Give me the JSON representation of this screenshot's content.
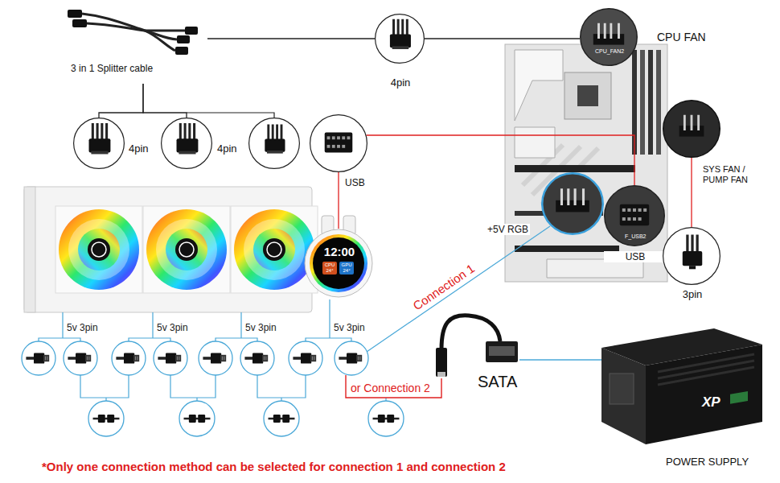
{
  "diagram": {
    "nodes": [
      {
        "text": [
          "3 in 1 Splitter cable"
        ]
      },
      {
        "text": [
          "4pin"
        ]
      },
      {
        "text": [
          "CPU FAN"
        ]
      },
      {
        "text": [
          "4pin"
        ]
      },
      {
        "text": [
          "4pin"
        ]
      },
      {
        "text": [
          "USB"
        ]
      },
      {
        "text": [
          "SYS FAN / PUMP FAN"
        ]
      },
      {
        "text": [
          "+5V RGB"
        ]
      },
      {
        "text": [
          "USB"
        ]
      },
      {
        "text": [
          "3pin"
        ]
      },
      {
        "text": [
          "12:00",
          "CPU 24°",
          "GPU 24°"
        ]
      },
      {
        "text": [
          "SATA"
        ]
      },
      {
        "text": [
          "POWER SUPPLY"
        ]
      }
    ],
    "edges": [
      {
        "from": 0,
        "to": 1,
        "arrow": "none"
      },
      {
        "from": 1,
        "to": 2,
        "arrow": "none"
      },
      {
        "from": 0,
        "to": 3,
        "arrow": "none"
      },
      {
        "from": 0,
        "to": 4,
        "arrow": "none"
      },
      {
        "from": 5,
        "to": 8,
        "arrow": "none"
      },
      {
        "from": 6,
        "to": 9,
        "arrow": "none"
      },
      {
        "from": 10,
        "to": 5,
        "arrow": "none"
      },
      {
        "from": 11,
        "to": 12,
        "arrow": "none"
      }
    ],
    "labels": [
      "5v 3pin",
      "5v 3pin",
      "5v 3pin",
      "5v 3pin",
      "Connection 1",
      "or Connection 2",
      "*Only one connection method can be selected for connection 1 and connection 2",
      "CPU_FAN2",
      "F_USB2",
      "XP"
    ]
  }
}
